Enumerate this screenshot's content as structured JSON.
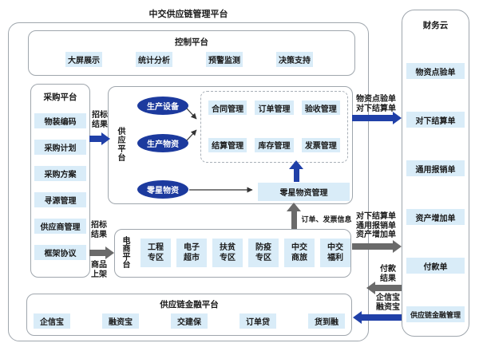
{
  "title": "中交供应链管理平台",
  "colors": {
    "chip_bg": "#d9ecf8",
    "oval_navy": "#1c3a9e",
    "arrow_blue": "#2040a8",
    "arrow_gray": "#6a6a6a",
    "border_gray": "#9fa6ad"
  },
  "control": {
    "title": "控制平台",
    "items": [
      "大屏展示",
      "统计分析",
      "预警监测",
      "决策支持"
    ]
  },
  "purchase": {
    "title": "采购平台",
    "items": [
      "物装编码",
      "采购计划",
      "采购方案",
      "寻源管理",
      "供应商管理",
      "框架协议"
    ]
  },
  "supply": {
    "title": "供应平台",
    "ovals": [
      "生产设备",
      "生产物资",
      "零星物资"
    ],
    "modules": [
      "合同管理",
      "订单管理",
      "验收管理",
      "结算管理",
      "库存管理",
      "发票管理"
    ],
    "sporadic_module": "零星物资管理"
  },
  "ecommerce": {
    "title": "电商平台",
    "items": [
      [
        "工程",
        "专区"
      ],
      [
        "电子",
        "超市"
      ],
      [
        "扶贫",
        "专区"
      ],
      [
        "防疫",
        "专区"
      ],
      [
        "中交",
        "商旅"
      ],
      [
        "中交",
        "福利"
      ]
    ]
  },
  "finance_platform": {
    "title": "供应链金融平台",
    "items": [
      "企信宝",
      "融资宝",
      "交建保",
      "订单贷",
      "货到融"
    ]
  },
  "finance_cloud": {
    "title": "财务云",
    "items": [
      "物资点验单",
      "对下结算单",
      "通用报销单",
      "资产增加单",
      "付款单",
      "供应链金融管理"
    ]
  },
  "arrows": {
    "bid_result_top": [
      "招标",
      "结果"
    ],
    "bid_result_bottom": [
      "招标",
      "结果"
    ],
    "goods_listing": [
      "商品",
      "上架"
    ],
    "inspection_settlement": [
      "物资点验单",
      "对下结算单"
    ],
    "order_invoice_info": "订单、发票信息",
    "settlement_reimburse_asset": [
      "对下结算单",
      "通用报销单",
      "资产增加单"
    ],
    "payment_result": [
      "付款",
      "结果"
    ],
    "finance_products": [
      "企信宝",
      "融资宝"
    ]
  }
}
